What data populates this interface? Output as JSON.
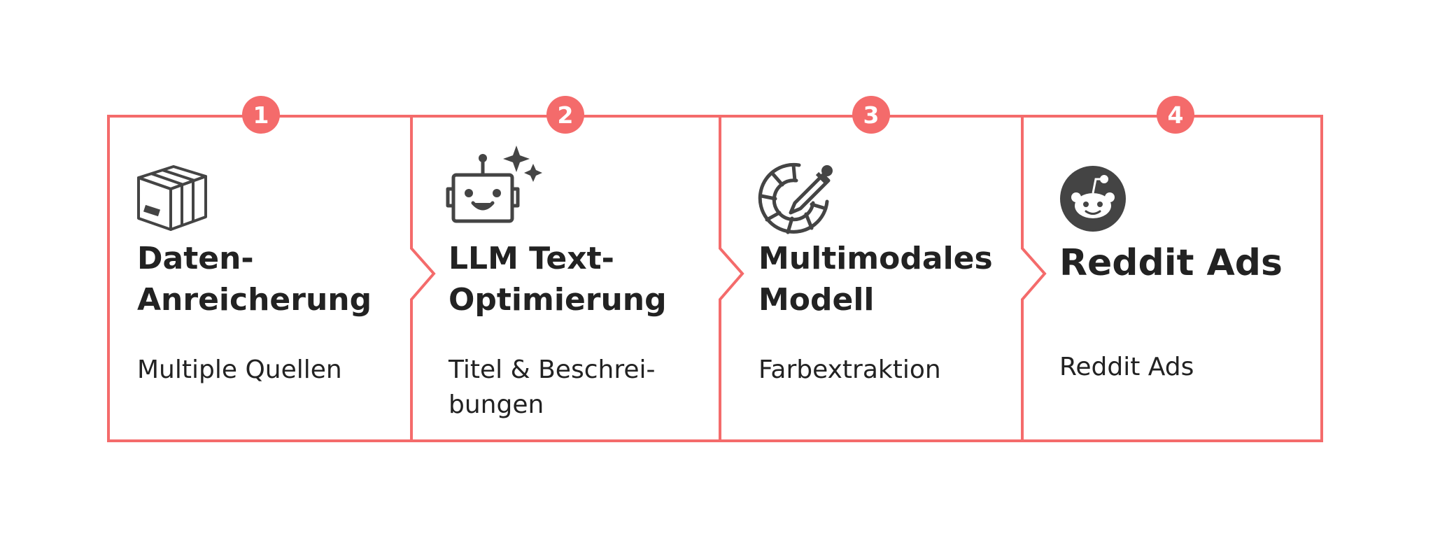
{
  "accent_color": "#f46b6b",
  "icon_color": "#444444",
  "steps": [
    {
      "number": "1",
      "title": "Daten-\nAnreicherung",
      "subtitle": "Multiple Quellen",
      "icon": "package-box-icon"
    },
    {
      "number": "2",
      "title": "LLM Text-\nOptimierung",
      "subtitle": "Titel & Beschrei-\nbungen",
      "icon": "robot-sparkles-icon"
    },
    {
      "number": "3",
      "title": "Multimodales\nModell",
      "subtitle": "Farbextraktion",
      "icon": "color-picker-icon"
    },
    {
      "number": "4",
      "title": "Reddit Ads",
      "subtitle": "Reddit Ads",
      "icon": "reddit-logo-icon"
    }
  ]
}
